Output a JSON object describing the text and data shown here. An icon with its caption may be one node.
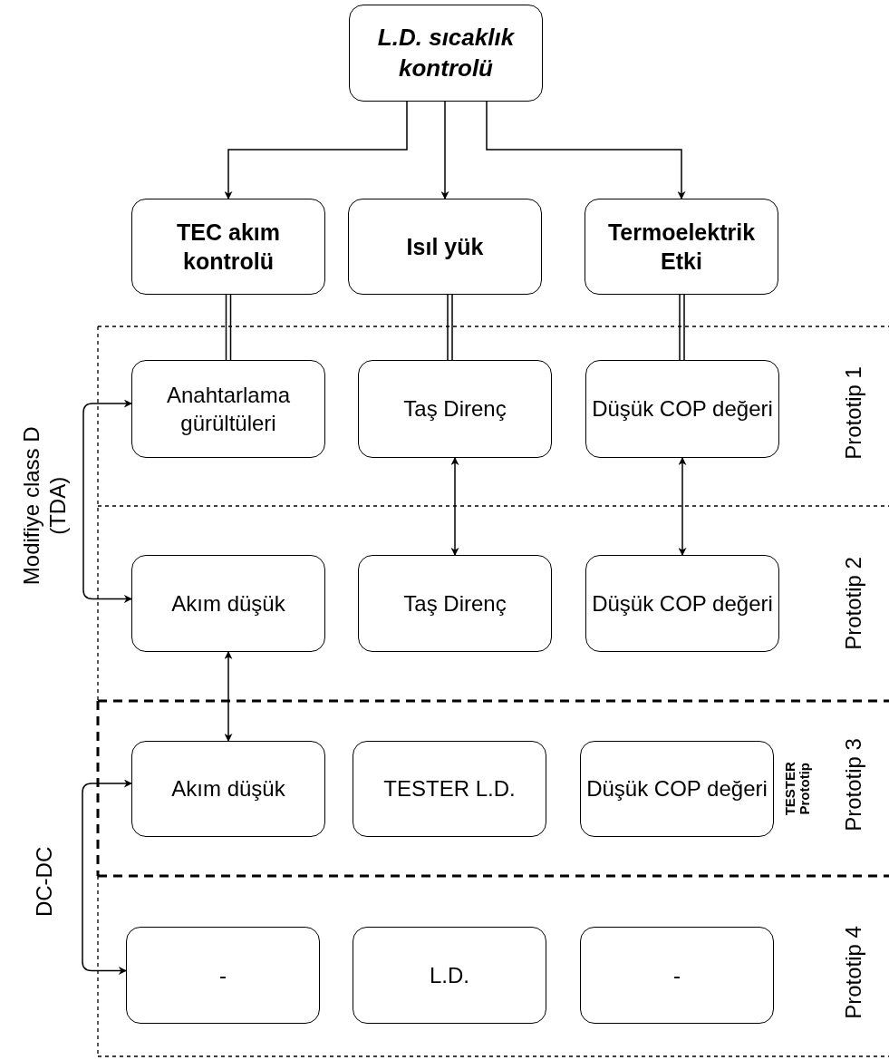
{
  "diagram": {
    "nodes": [
      {
        "text": [
          "L.D. sıcaklık kontrolü"
        ]
      },
      {
        "text": [
          "TEC akım kontrolü"
        ]
      },
      {
        "text": [
          "Isıl yük"
        ]
      },
      {
        "text": [
          "Termoelektrik Etki"
        ]
      },
      {
        "text": [
          "Anahtarlama gürültüleri"
        ]
      },
      {
        "text": [
          "Taş Direnç"
        ]
      },
      {
        "text": [
          "Düşük COP değeri"
        ]
      },
      {
        "text": [
          "Akım düşük"
        ]
      },
      {
        "text": [
          "Taş Direnç"
        ]
      },
      {
        "text": [
          "Düşük COP değeri"
        ]
      },
      {
        "text": [
          "Akım düşük"
        ]
      },
      {
        "text": [
          "TESTER L.D."
        ]
      },
      {
        "text": [
          "Düşük COP değeri"
        ]
      },
      {
        "text": [
          "-"
        ]
      },
      {
        "text": [
          "L.D."
        ]
      },
      {
        "text": [
          "-"
        ]
      }
    ],
    "edges": [
      {
        "from": 0,
        "to": 1,
        "arrow": "to"
      },
      {
        "from": 0,
        "to": 2,
        "arrow": "to"
      },
      {
        "from": 0,
        "to": 3,
        "arrow": "to"
      },
      {
        "from": 1,
        "to": 4,
        "arrow": "none"
      },
      {
        "from": 2,
        "to": 5,
        "arrow": "none"
      },
      {
        "from": 3,
        "to": 6,
        "arrow": "none"
      },
      {
        "from": 4,
        "to": 7,
        "arrow": "both",
        "label": "Modifiye class D (TDA)"
      },
      {
        "from": 5,
        "to": 8,
        "arrow": "both"
      },
      {
        "from": 6,
        "to": 9,
        "arrow": "both"
      },
      {
        "from": 7,
        "to": 10,
        "arrow": "both"
      },
      {
        "from": 10,
        "to": 13,
        "arrow": "both",
        "label": "DC-DC"
      }
    ],
    "labels": [
      "Prototip 1",
      "Prototip 2",
      "TESTER Prototip",
      "Prototip 3",
      "Prototip 4"
    ]
  }
}
